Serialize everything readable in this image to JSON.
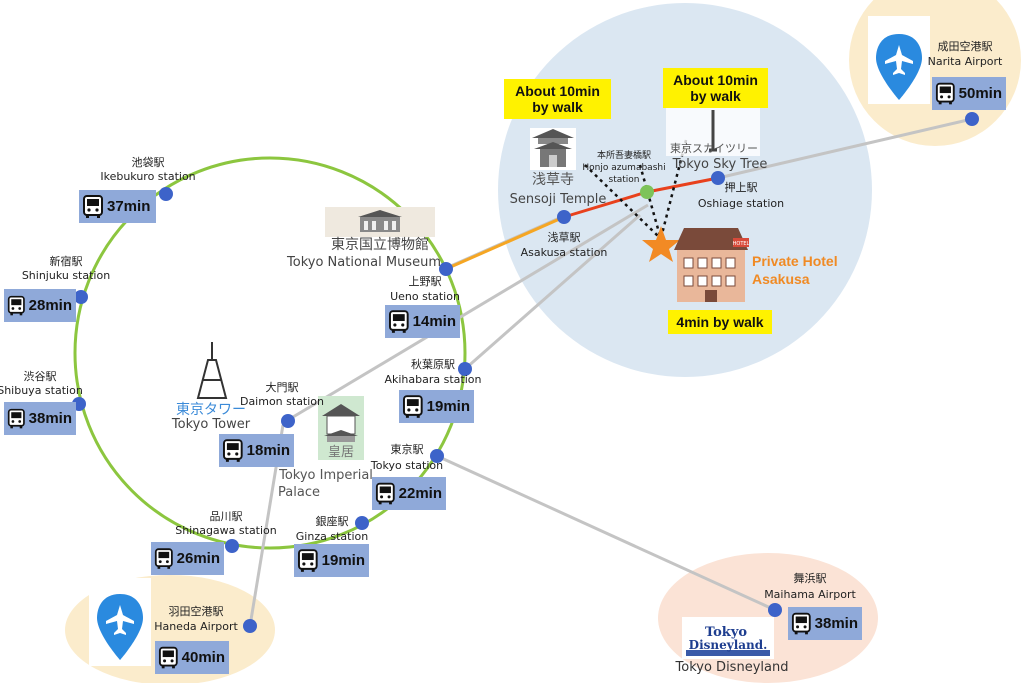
{
  "stations": {
    "ikebukuro": {
      "jp": "池袋駅",
      "en": "Ikebukuro station",
      "time": "37min"
    },
    "shinjuku": {
      "jp": "新宿駅",
      "en": "Shinjuku station",
      "time": "28min"
    },
    "shibuya": {
      "jp": "渋谷駅",
      "en": "Shibuya station",
      "time": "38min"
    },
    "shinagawa": {
      "jp": "品川駅",
      "en": "Shinagawa station",
      "time": "26min"
    },
    "ginza": {
      "jp": "銀座駅",
      "en": "Ginza station",
      "time": "19min"
    },
    "tokyo": {
      "jp": "東京駅",
      "en": "Tokyo station",
      "time": "22min"
    },
    "akihabara": {
      "jp": "秋葉原駅",
      "en": "Akihabara station",
      "time": "19min"
    },
    "ueno": {
      "jp": "上野駅",
      "en": "Ueno station",
      "time": "14min"
    },
    "daimon": {
      "jp": "大門駅",
      "en": "Daimon station",
      "time": "18min"
    },
    "asakusa": {
      "jp": "浅草駅",
      "en": "Asakusa station"
    },
    "honjo": {
      "jp": "本所吾妻橋駅",
      "en1": "Honjo azumabashi",
      "en2": "station"
    },
    "oshiage": {
      "jp": "押上駅",
      "en": "Oshiage station"
    },
    "narita": {
      "jp": "成田空港駅",
      "en": "Narita Airport",
      "time": "50min"
    },
    "haneda": {
      "jp": "羽田空港駅",
      "en": "Haneda Airport",
      "time": "40min"
    },
    "maihama": {
      "jp": "舞浜駅",
      "en": "Maihama Airport",
      "time": "38min"
    }
  },
  "landmarks": {
    "museum": {
      "jp": "東京国立博物館",
      "en": "Tokyo National Museum"
    },
    "tower": {
      "jp": "東京タワー",
      "en": "Tokyo Tower"
    },
    "palace": {
      "jp": "皇居",
      "en1": "Tokyo Imperial",
      "en2": "Palace"
    },
    "sensoji": {
      "jp": "浅草寺",
      "en": "Sensoji Temple"
    },
    "skytree": {
      "jp": "東京スカイツリー",
      "en": "Tokyo Sky Tree"
    },
    "disneyland": {
      "logo1": "Tokyo",
      "logo2": "Disneyland.",
      "en": "Tokyo Disneyland"
    }
  },
  "hotel": {
    "name1": "Private Hotel",
    "name2": "Asakusa",
    "sign": "HOTEL"
  },
  "walk": {
    "sensoji1": "About 10min",
    "sensoji2": "by walk",
    "skytree1": "About 10min",
    "skytree2": "by walk",
    "hotel": "4min by walk"
  },
  "colors": {
    "yamanote": "#8cc63f",
    "ginza_line": "#f5a623",
    "asakusa_line": "#e8411d",
    "connections": "#c4c4c4",
    "station_dot": "#3d63c9",
    "time_box": "#8fa9d9",
    "walk_label": "#fff200",
    "hotel_name": "#f08a24",
    "asakusa_area": "#dbe7f2",
    "airport_area": "#fbeccc",
    "disney_area": "#fbe3d6"
  }
}
